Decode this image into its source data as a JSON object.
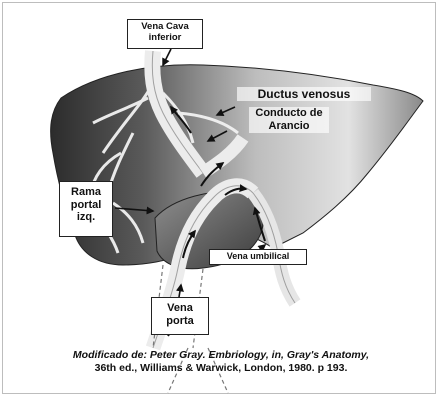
{
  "labels": {
    "vena_cava": "Vena Cava inferior",
    "ductus": "Ductus venosus",
    "conducto": "Conducto de Arancio",
    "rama": "Rama portal izq.",
    "vena_umbilical": "Vena umbilical",
    "vena_porta": "Vena porta"
  },
  "caption": {
    "source": "Modificado de: Peter Gray. Embriology, in, Gray's Anatomy,",
    "line2": "36th ed., Williams & Warwick, London, 1980. p 193."
  },
  "colors": {
    "liver_dark": "#3a3a3a",
    "liver_light": "#d8d8d8",
    "vessel": "#efefef"
  }
}
